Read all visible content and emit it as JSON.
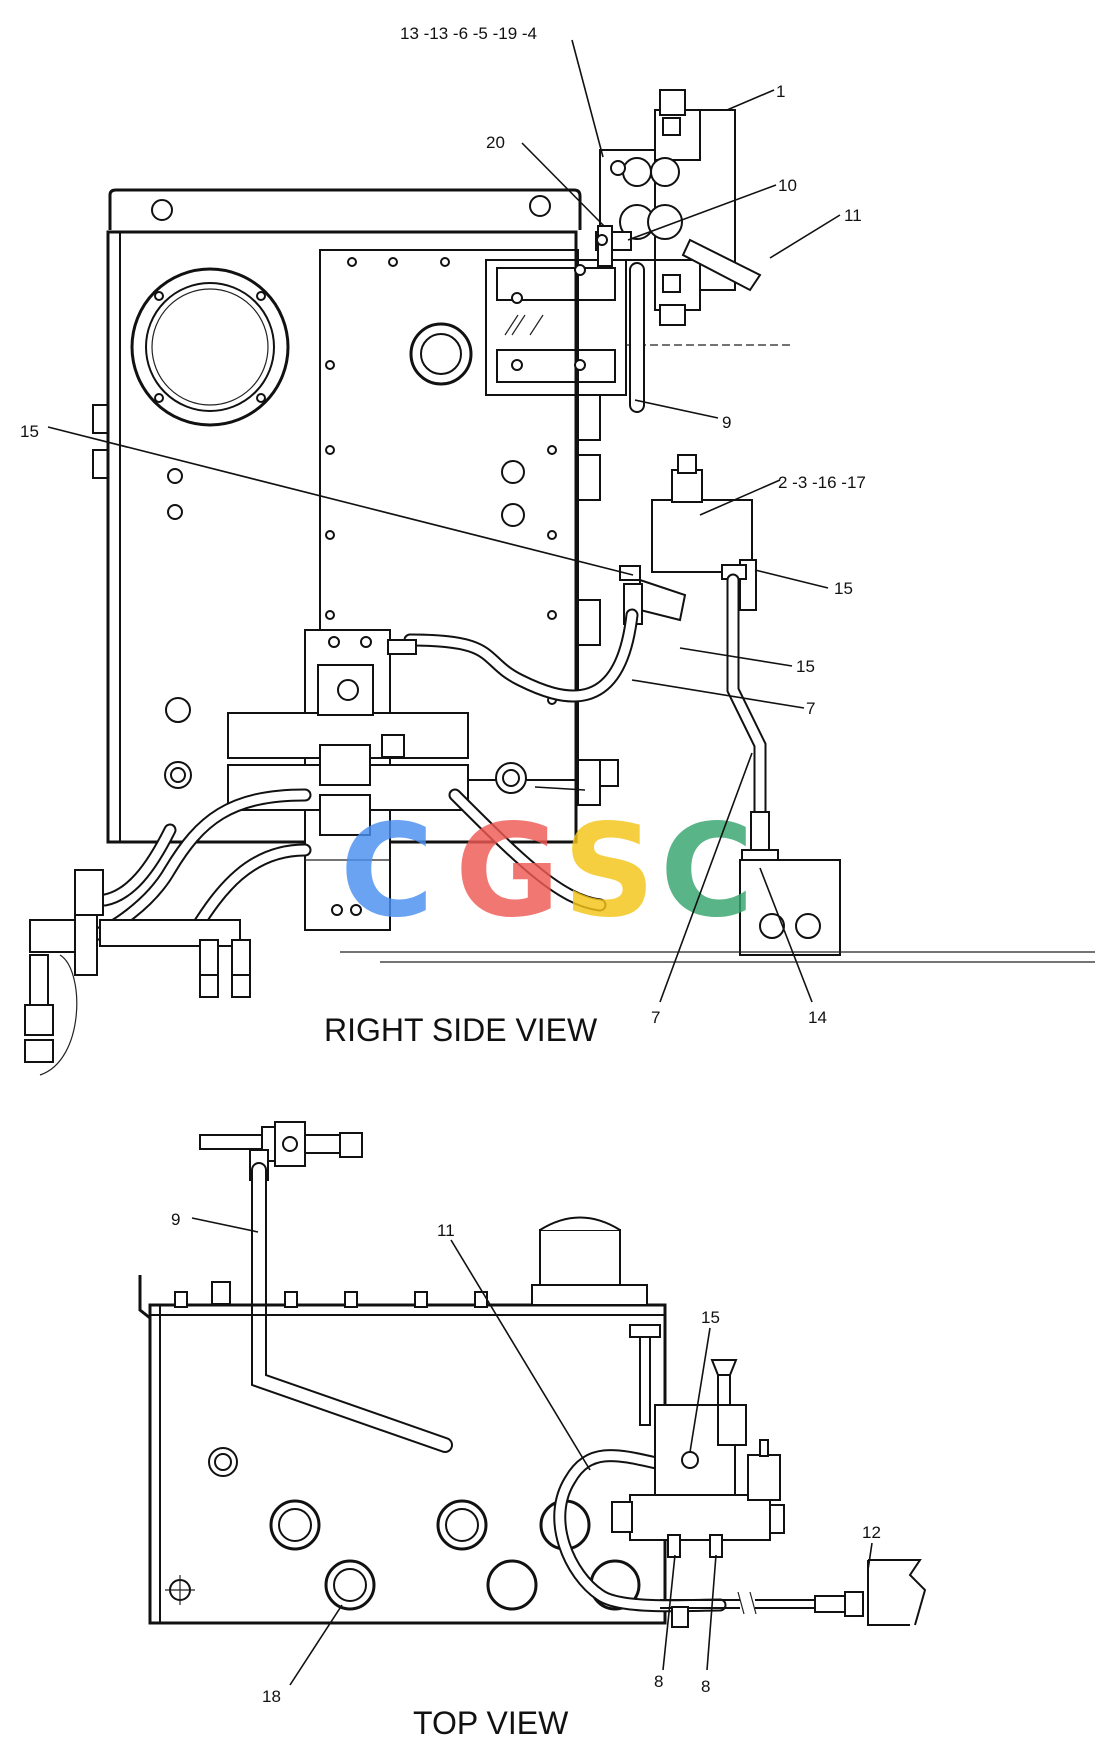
{
  "views": {
    "right_side": "RIGHT SIDE VIEW",
    "top": "TOP VIEW"
  },
  "callouts": {
    "right_side": {
      "c13": "13 -13 -6 -5 -19 -4",
      "c1": "1",
      "c20": "20",
      "c10": "10",
      "c11": "11",
      "c9": "9",
      "c15a": "15",
      "c2": "2 -3 -16 -17",
      "c15b": "15",
      "c15c": "15",
      "c7a": "7",
      "c7b": "7",
      "c14": "14"
    },
    "top": {
      "c9": "9",
      "c11": "11",
      "c15": "15",
      "c12": "12",
      "c18": "18",
      "c8a": "8",
      "c8b": "8"
    }
  },
  "watermark": {
    "letters": [
      "C",
      "G",
      "S",
      "C"
    ],
    "colors": [
      "#4a8ff0",
      "#ef5a55",
      "#f5c518",
      "#35a56e"
    ]
  }
}
